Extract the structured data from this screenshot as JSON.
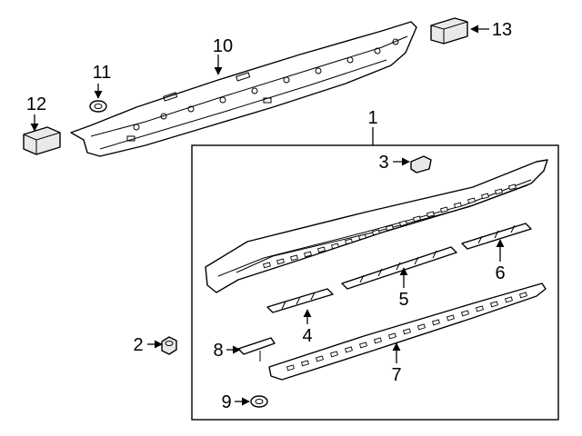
{
  "callouts": {
    "c1": "1",
    "c2": "2",
    "c3": "3",
    "c4": "4",
    "c5": "5",
    "c6": "6",
    "c7": "7",
    "c8": "8",
    "c9": "9",
    "c10": "10",
    "c11": "11",
    "c12": "12",
    "c13": "13"
  },
  "colors": {
    "line": "#000000",
    "background": "#ffffff",
    "shade": "#e9e9e9"
  }
}
